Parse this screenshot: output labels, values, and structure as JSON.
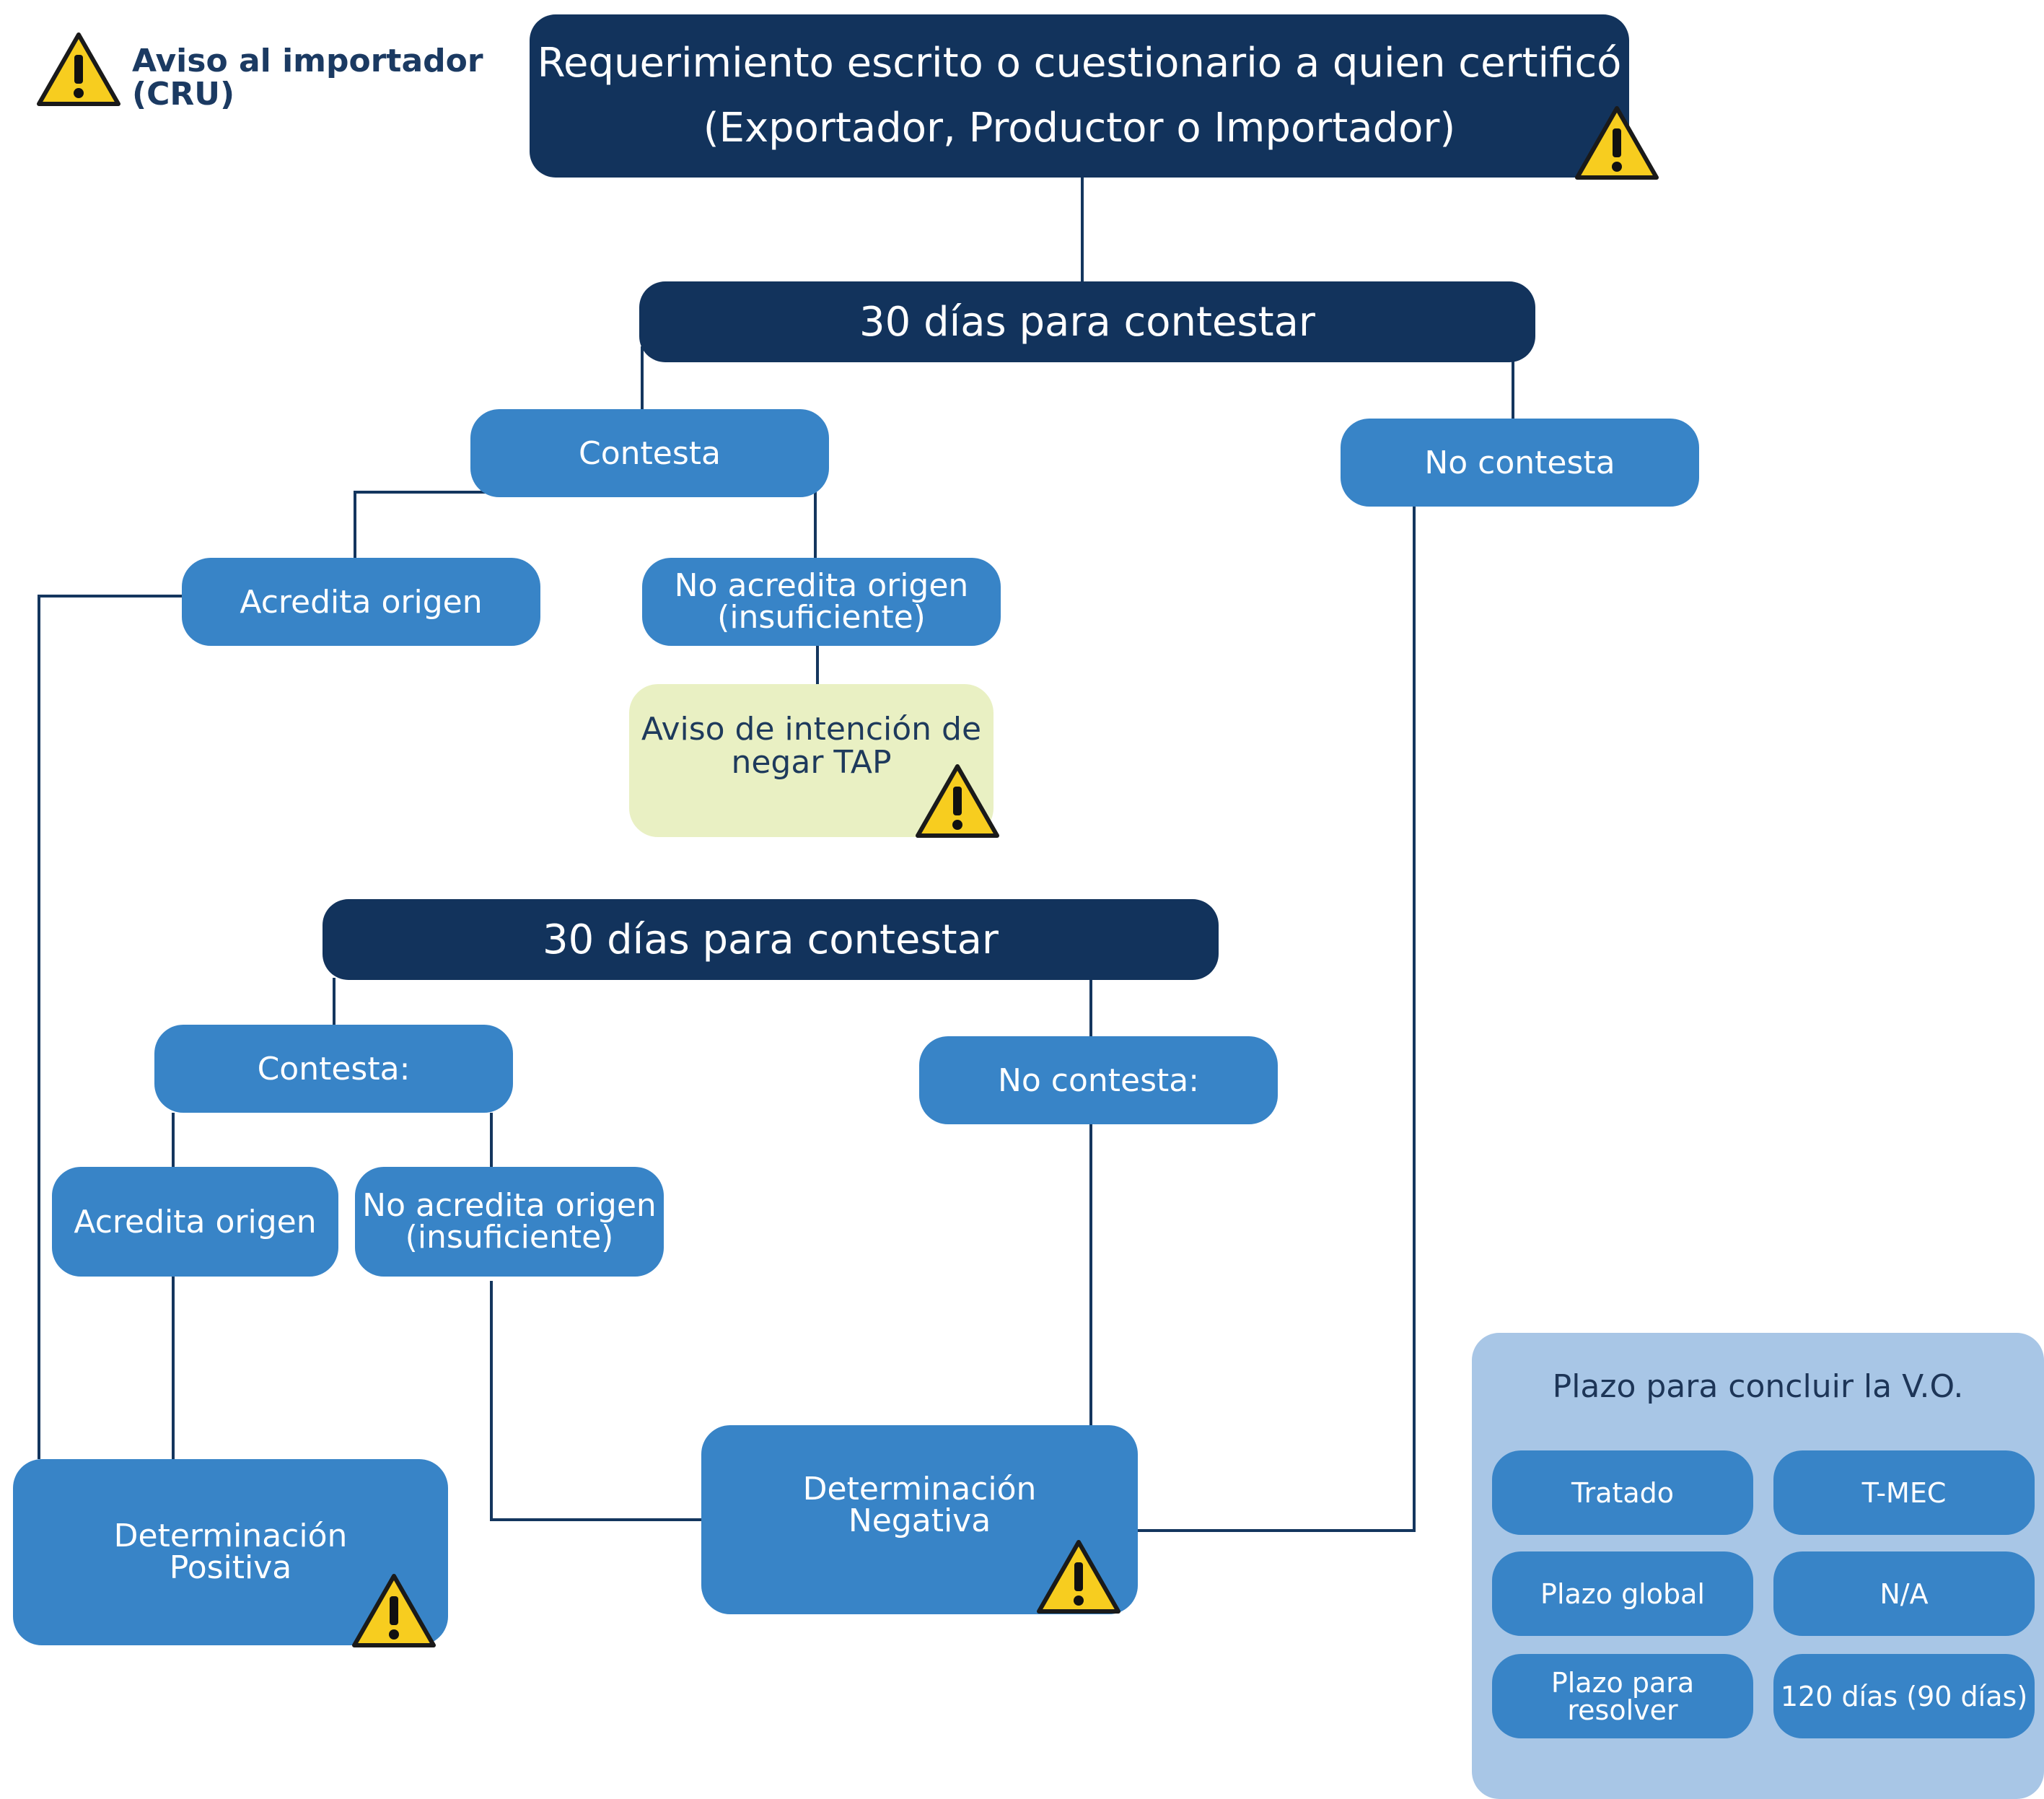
{
  "legend": {
    "icon": "warning-icon",
    "label": "Aviso al importador\n(CRU)"
  },
  "nodes": {
    "requerimiento": "Requerimiento escrito o cuestionario a quien certificó\n(Exportador, Productor o Importador)",
    "plazo_1": "30 días para contestar",
    "contesta_1": "Contesta",
    "no_contesta_1": "No contesta",
    "acredita_1": "Acredita origen",
    "no_acredita_1": "No acredita origen\n(insuficiente)",
    "aviso_intencion": "Aviso de intención de\nnegar TAP",
    "plazo_2": "30 días para contestar",
    "contesta_2": "Contesta:",
    "no_contesta_2": "No contesta:",
    "acredita_2": "Acredita origen",
    "no_acredita_2": "No acredita origen\n(insuficiente)",
    "positiva": "Determinación\nPositiva",
    "negativa": "Determinación\nNegativa"
  },
  "plazo_panel": {
    "title": "Plazo para concluir la V.O.",
    "rows": [
      {
        "label": "Tratado",
        "value": "T-MEC"
      },
      {
        "label": "Plazo global",
        "value": "N/A"
      },
      {
        "label": "Plazo para\nresolver",
        "value": "120 días (90 días)"
      }
    ]
  },
  "colors": {
    "dark_navy": "#12335c",
    "mid_blue": "#3884c7",
    "pale_yellow": "#e9f0c3",
    "panel_blue": "#a8c6e6",
    "warning_yellow": "#f7cd1f"
  }
}
